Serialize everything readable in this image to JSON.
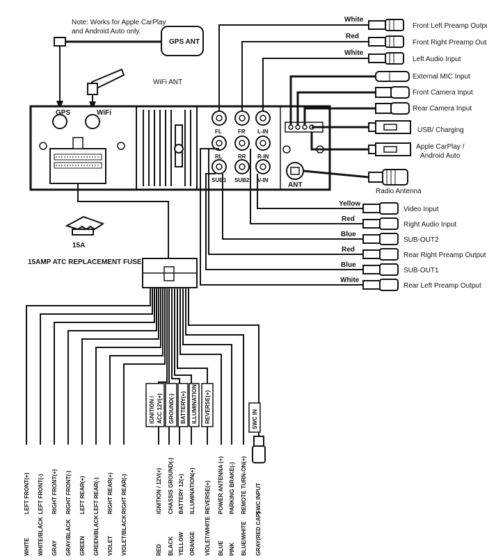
{
  "note": [
    "Note: Works for Apple CarPlay",
    "and Android Auto only."
  ],
  "antennas": {
    "gps": "GPS ANT",
    "wifi": "WiFi ANT",
    "gps_port": "GPS",
    "wifi_port": "WiFi",
    "ant_port": "ANT",
    "radio": "Radio Antenna"
  },
  "fuse": {
    "rating": "15A",
    "caption": "15AMP ATC REPLACEMENT FUSE"
  },
  "rca_jacks": [
    "FL",
    "FR",
    "L-IN",
    "RL",
    "RR",
    "R-IN",
    "SUB1",
    "SUB2",
    "V-IN"
  ],
  "right_top": [
    {
      "color": "White",
      "label": "Front Left Preamp Output"
    },
    {
      "color": "Red",
      "label": "Front Right Preamp Output"
    },
    {
      "color": "White",
      "label": "Left Audio Input"
    },
    {
      "color": "",
      "label": "External MIC Input"
    },
    {
      "color": "",
      "label": "Front Camera Input"
    },
    {
      "color": "",
      "label": "Rear Camera Input"
    },
    {
      "color": "",
      "label": "USB/ Charging"
    },
    {
      "color": "",
      "label": "Apple CarPlay /"
    },
    {
      "color": "",
      "label": "Android Auto"
    }
  ],
  "right_bottom": [
    {
      "color": "Yellow",
      "label": "Video Input"
    },
    {
      "color": "Red",
      "label": "Right Audio Input"
    },
    {
      "color": "Blue",
      "label": "SUB-OUT2"
    },
    {
      "color": "Red",
      "label": "Rear Right Preamp Output"
    },
    {
      "color": "Blue",
      "label": "SUB-OUT1"
    },
    {
      "color": "White",
      "label": "Rear Left Preamp Output"
    }
  ],
  "boxed_labels": [
    "IGNITION /",
    "ACC 12V(+)",
    "GROUND(-)",
    "BATTERY(+)",
    "ILLUMINATION",
    "REVERSE(+)",
    "SWC IN"
  ],
  "harness": [
    {
      "func": "LEFT FRONT(+)",
      "color": "WHITE"
    },
    {
      "func": "LEFT FRONT(-)",
      "color": "WHITE/BLACK"
    },
    {
      "func": "RIGHT FRONT(+)",
      "color": "GRAY"
    },
    {
      "func": "RIGHT FRONT(-)",
      "color": "GRAY/BLACK"
    },
    {
      "func": "LEFT REAR(+)",
      "color": "GREEN"
    },
    {
      "func": "LEFT REAR(-)",
      "color": "GREEN/BLACK"
    },
    {
      "func": "RIGHT REAR(+)",
      "color": "VIOLET"
    },
    {
      "func": "RIGHT REAR(-)",
      "color": "VIOLET/BLACK"
    },
    {
      "func": "IGNITION / 12V(+)",
      "color": "RED"
    },
    {
      "func": "CHASSIS GROUND(-)",
      "color": "BLACK"
    },
    {
      "func": "BATTERY 12(+)",
      "color": "YELLOW"
    },
    {
      "func": "ILLUMINATION(+)",
      "color": "ORANGE"
    },
    {
      "func": "REVERSE(+)",
      "color": "VIOLET/WHITE"
    },
    {
      "func": "POWER ANTENNA (+)",
      "color": "BLUE"
    },
    {
      "func": "PARKING BRAKE(-)",
      "color": "PINK"
    },
    {
      "func": "REMOTE TURN-ON(+)",
      "color": "BLUE/WHITE"
    },
    {
      "func": "SWC INPUT",
      "color": "GRAY(RED CAP)"
    }
  ]
}
